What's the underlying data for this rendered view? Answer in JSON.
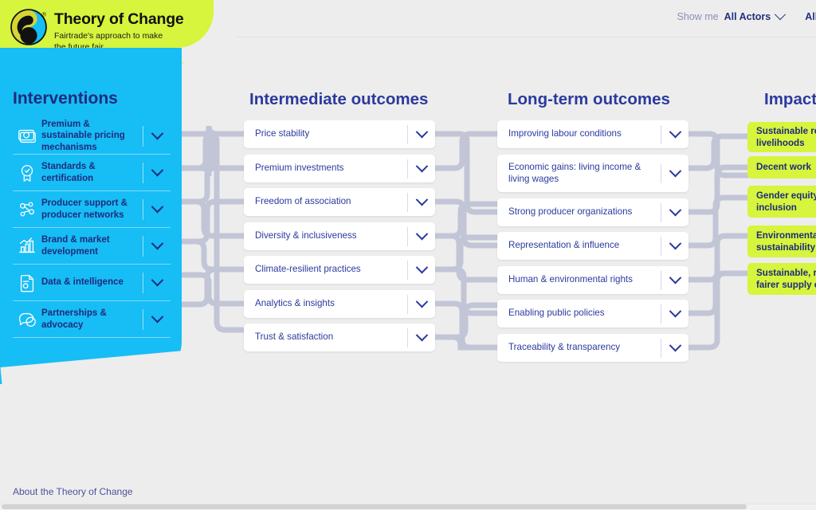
{
  "app": {
    "title": "Theory of Change",
    "subtitle": "Fairtrade's approach to make the future fair",
    "logo_icon": "fairtrade-mark-logo"
  },
  "colors": {
    "lime": "#d6f53c",
    "cyan": "#17bdf5",
    "navy": "#2b3a9e",
    "connector": "#a9adc8",
    "canvas": "#ededed"
  },
  "topbar": {
    "filters": [
      {
        "label": "Show me",
        "value": "All Actors",
        "icon": "chevron-down-icon"
      },
      {
        "label": "",
        "value": "All S",
        "icon": "chevron-down-icon",
        "truncated": true
      }
    ]
  },
  "sidebar": {
    "title": "Interventions",
    "items": [
      {
        "label": "Premium & sustainable pricing mechanisms",
        "icon": "banknotes-icon"
      },
      {
        "label": "Standards & certification",
        "icon": "certificate-badge-icon"
      },
      {
        "label": "Producer support & producer networks",
        "icon": "network-nodes-icon"
      },
      {
        "label": "Brand & market development",
        "icon": "bar-chart-growth-icon"
      },
      {
        "label": "Data & intelligence",
        "icon": "document-data-icon"
      },
      {
        "label": "Partnerships & advocacy",
        "icon": "speech-bubbles-icon"
      }
    ]
  },
  "columns": [
    {
      "id": "intermediate",
      "title": "Intermediate outcomes",
      "cards": [
        {
          "label": "Price stability",
          "icon": "chevron-down-icon"
        },
        {
          "label": "Premium investments",
          "icon": "chevron-down-icon"
        },
        {
          "label": "Freedom of association",
          "icon": "chevron-down-icon"
        },
        {
          "label": "Diversity & inclusiveness",
          "icon": "chevron-down-icon"
        },
        {
          "label": "Climate-resilient practices",
          "icon": "chevron-down-icon"
        },
        {
          "label": "Analytics & insights",
          "icon": "chevron-down-icon"
        },
        {
          "label": "Trust & satisfaction",
          "icon": "chevron-down-icon"
        }
      ]
    },
    {
      "id": "longterm",
      "title": "Long-term outcomes",
      "cards": [
        {
          "label": "Improving labour conditions",
          "icon": "chevron-down-icon"
        },
        {
          "label": "Economic gains: living income & living wages",
          "icon": "chevron-down-icon"
        },
        {
          "label": "Strong producer organizations",
          "icon": "chevron-down-icon"
        },
        {
          "label": "Representation & influence",
          "icon": "chevron-down-icon"
        },
        {
          "label": "Human & environmental rights",
          "icon": "chevron-down-icon"
        },
        {
          "label": "Enabling public policies",
          "icon": "chevron-down-icon"
        },
        {
          "label": "Traceability & transparency",
          "icon": "chevron-down-icon"
        }
      ]
    },
    {
      "id": "impacts",
      "title": "Impacts",
      "cards": [
        {
          "label": "Sustainable res livelihoods"
        },
        {
          "label": "Decent work"
        },
        {
          "label": "Gender equity a inclusion"
        },
        {
          "label": "Environmental sustainability"
        },
        {
          "label": "Sustainable, res fairer supply ch"
        }
      ]
    }
  ],
  "footer": {
    "about_link": "About the Theory of Change"
  }
}
